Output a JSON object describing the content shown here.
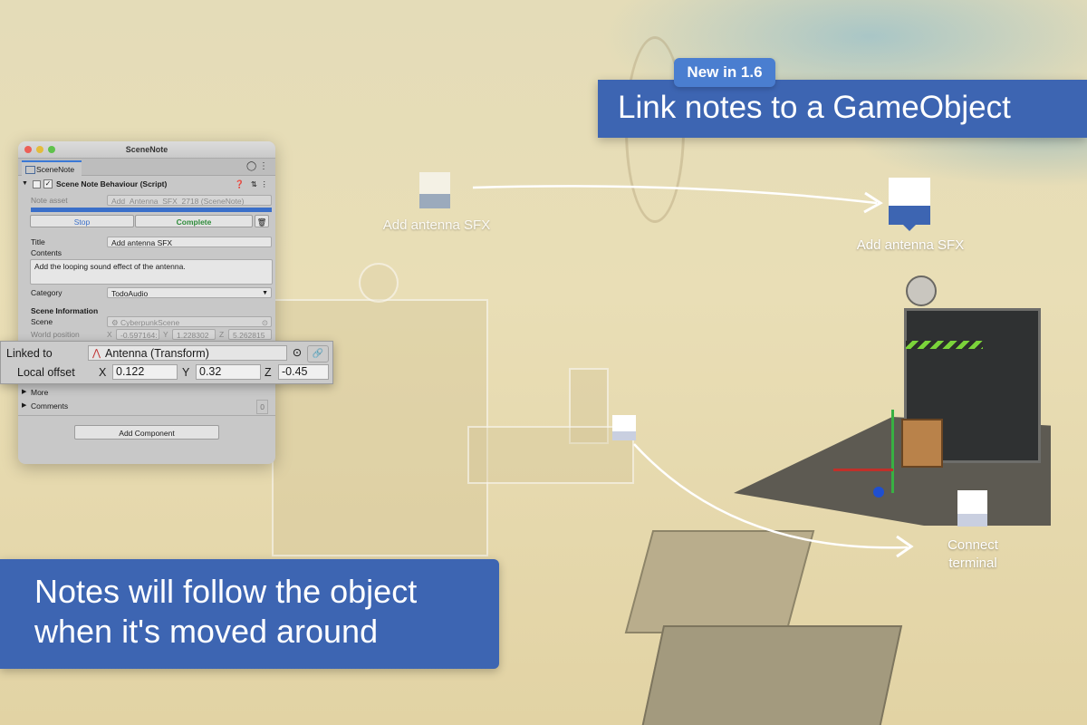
{
  "headline": {
    "badge": "New in 1.6",
    "title": "Link notes to a GameObject"
  },
  "caption": {
    "line1": "Notes will follow the object",
    "line2": "when it's moved around"
  },
  "notes": [
    {
      "label": "Add antenna SFX",
      "progress": 0.4
    },
    {
      "label": "Add antenna SFX",
      "progress": 0.4
    },
    {
      "label_line1": "Connect",
      "label_line2": "terminal",
      "progress": 0.35
    }
  ],
  "inspector": {
    "window_title": "SceneNote",
    "tab_label": "SceneNote",
    "component_title": "Scene Note Behaviour (Script)",
    "note_asset_label": "Note asset",
    "note_asset_value": "Add_Antenna_SFX_2718 (SceneNote)",
    "stop_label": "Stop",
    "complete_label": "Complete",
    "title_label": "Title",
    "title_value": "Add antenna SFX",
    "contents_label": "Contents",
    "contents_value": "Add the looping sound effect of the antenna.",
    "category_label": "Category",
    "category_value": "TodoAudio",
    "scene_info_heading": "Scene Information",
    "scene_label": "Scene",
    "scene_value": "CyberpunkScene",
    "world_position_label": "World position",
    "world_x_label": "X",
    "world_x_value": "-0.597164:",
    "world_y_label": "Y",
    "world_y_value": "1.228302",
    "world_z_label": "Z",
    "world_z_value": "5.262815",
    "more_label": "More",
    "comments_label": "Comments",
    "comments_count": "0",
    "add_component_label": "Add Component"
  },
  "linked_panel": {
    "linked_to_label": "Linked to",
    "linked_to_value": "Antenna (Transform)",
    "local_offset_label": "Local offset",
    "x_label": "X",
    "x_value": "0.122",
    "y_label": "Y",
    "y_value": "0.32",
    "z_label": "Z",
    "z_value": "-0.45"
  },
  "colors": {
    "banner_blue": "#3d65b2",
    "badge_blue": "#4a7ed0",
    "note_blue": "#3d65b2",
    "complete_green": "#2e8b3a",
    "stop_blue": "#3a6fc9"
  }
}
